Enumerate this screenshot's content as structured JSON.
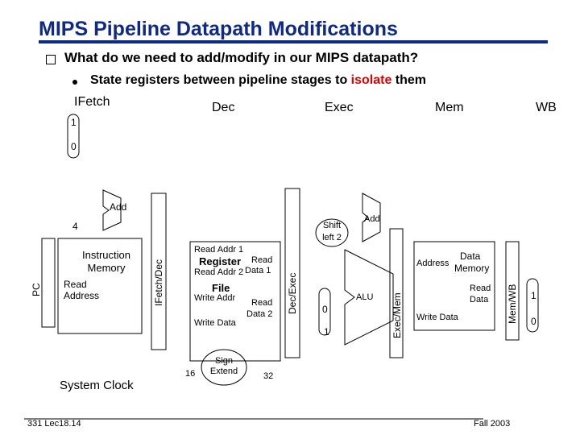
{
  "header": {
    "title": "MIPS Pipeline Datapath Modifications",
    "bullet1": "What do we need to add/modify in our MIPS datapath?",
    "bullet2_prefix": "State registers",
    "bullet2_mid": " between pipeline stages to ",
    "bullet2_red": "isolate",
    "bullet2_suffix": " them"
  },
  "stages": {
    "ifetch": "IFetch",
    "dec": "Dec",
    "exec": "Exec",
    "mem": "Mem",
    "wb": "WB"
  },
  "mux_top": {
    "in1": "1",
    "in0": "0"
  },
  "pc": {
    "label": "PC"
  },
  "pc_adder": {
    "label": "Add",
    "const": "4"
  },
  "instruction_memory": {
    "title_line1": "Instruction",
    "title_line2": "Memory",
    "read_address_line1": "Read",
    "read_address_line2": "Address"
  },
  "pipeline_registers": {
    "ifid": "IFetch/Dec",
    "idex": "Dec/Exec",
    "exmem": "Exec/Mem",
    "memwb": "Mem/WB"
  },
  "register_file": {
    "read_addr1": "Read Addr 1",
    "register": "Register",
    "read": "Read",
    "read_addr2": "Read Addr 2",
    "data1": "Data 1",
    "file": "File",
    "write_addr": "Write Addr",
    "read2": "Read",
    "data2": "Data 2",
    "write_data": "Write Data"
  },
  "sign_extend": {
    "line1": "Sign",
    "line2": "Extend",
    "in_width": "16",
    "out_width": "32"
  },
  "shift": {
    "line1": "Shift",
    "line2": "left 2"
  },
  "branch_adder": {
    "label": "Add"
  },
  "alu_mux": {
    "in0": "0",
    "in1": "1"
  },
  "alu": {
    "label": "ALU"
  },
  "data_memory": {
    "data": "Data",
    "address": "Address",
    "memory": "Memory",
    "read": "Read",
    "read_data": "Data",
    "write_data": "Write Data"
  },
  "wb_mux": {
    "in1": "1",
    "in0": "0"
  },
  "footer": {
    "clock": "System Clock",
    "course": "331 Lec18.14",
    "term": "Fall 2003"
  },
  "colors": {
    "title": "#0f2a86",
    "accent_red": "#e00000"
  }
}
